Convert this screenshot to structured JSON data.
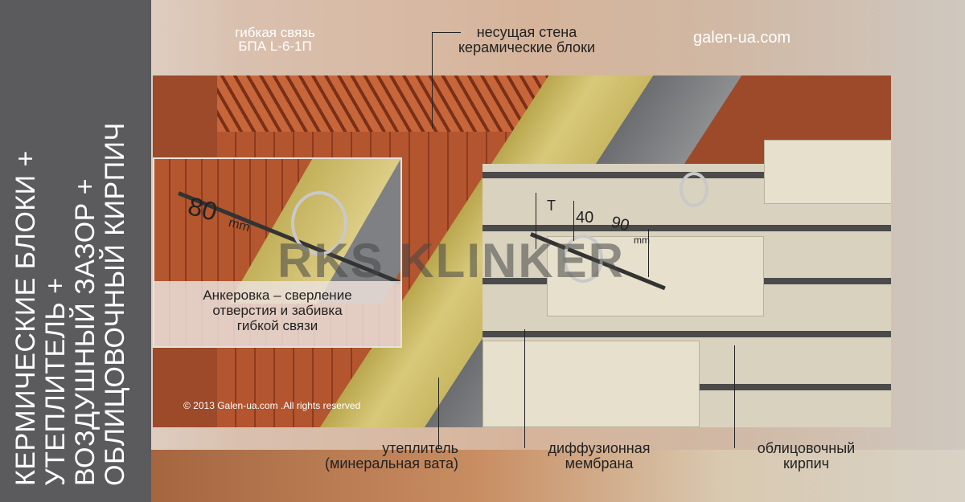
{
  "sidebar": {
    "lines": [
      "КЕРМИЧЕСКИЕ БЛОКИ +",
      "УТЕПЛИТЕЛЬ +",
      "ВОЗДУШНЫЙ ЗАЗОР +",
      "ОБЛИЦОВОЧНЫЙ КИРПИЧ"
    ]
  },
  "labels": {
    "tie_line1": "гибкая связь",
    "tie_line2": "БПА L-6-1П",
    "wall_line1": "несущая стена",
    "wall_line2": "керамические блоки",
    "site": "galen-ua.com",
    "insulation_line1": "утеплитель",
    "insulation_line2": "(минеральная вата)",
    "membrane_line1": "диффузионная",
    "membrane_line2": "мембрана",
    "brick_line1": "облицовочный",
    "brick_line2": "кирпич"
  },
  "inset": {
    "dimension": "80",
    "unit": "mm",
    "caption_line1": "Анкеровка – сверление",
    "caption_line2": "отверстия и забивка",
    "caption_line3": "гибкой связи"
  },
  "dimensions": {
    "t": "T",
    "gap": "40",
    "insul": "90",
    "unit": "mm"
  },
  "watermark": "RKS KLINKER",
  "copyright": "© 2013 Galen-ua.com .All rights reserved"
}
